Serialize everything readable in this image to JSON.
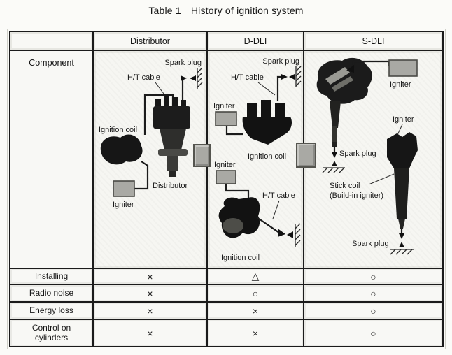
{
  "title": {
    "label": "Table 1",
    "text": "History of ignition system"
  },
  "table": {
    "corner": "",
    "columns": [
      "Distributor",
      "D-DLI",
      "S-DLI"
    ],
    "component_row_label": "Component",
    "criteria_rows": [
      {
        "label": "Installing",
        "values": [
          "×",
          "△",
          "○"
        ]
      },
      {
        "label": "Radio noise",
        "values": [
          "×",
          "○",
          "○"
        ]
      },
      {
        "label": "Energy loss",
        "values": [
          "×",
          "×",
          "○"
        ]
      },
      {
        "label": "Control on cylinders",
        "values": [
          "×",
          "×",
          "○"
        ]
      }
    ]
  },
  "diagrams": {
    "distributor": {
      "spark_plug": "Spark plug",
      "ht_cable": "H/T cable",
      "ignition_coil": "Ignition coil",
      "distributor": "Distributor",
      "igniter": "Igniter"
    },
    "d_dli": {
      "spark_plug": "Spark plug",
      "ht_cable_top": "H/T cable",
      "igniter_top": "Igniter",
      "ignition_coil_top": "Ignition coil",
      "igniter_bottom": "Igniter",
      "ht_cable_bottom": "H/T cable",
      "ignition_coil_bottom": "Ignition coil"
    },
    "s_dli": {
      "igniter_top": "Igniter",
      "igniter_stick": "Igniter",
      "spark_plug_top": "Spark plug",
      "stick_coil_line1": "Stick coil",
      "stick_coil_line2": "(Build-in igniter)",
      "spark_plug_bottom": "Spark plug"
    }
  },
  "colors": {
    "igniter_box": "#a9a9a4",
    "coil_dark": "#161616",
    "border": "#1b1b1b"
  }
}
